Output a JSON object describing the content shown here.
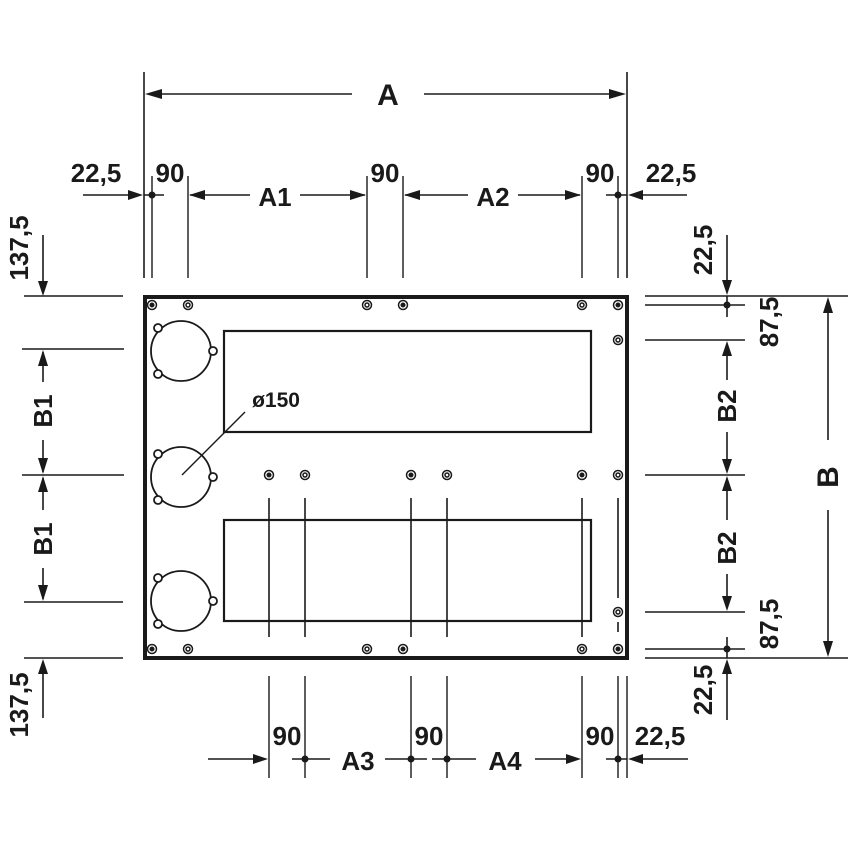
{
  "drawing": {
    "title": "Installation dimensions drawing",
    "colors": {
      "ink": "#1a1a1a",
      "background": "#ffffff"
    },
    "top_dimensions": {
      "overall": "A",
      "left_margin": "22,5",
      "right_margin": "22,5",
      "spacing_1": "90",
      "spacing_2": "90",
      "spacing_3": "90",
      "segment_1": "A1",
      "segment_2": "A2"
    },
    "bottom_dimensions": {
      "spacing_1": "90",
      "spacing_2": "90",
      "spacing_3": "90",
      "right_margin": "22,5",
      "segment_3": "A3",
      "segment_4": "A4"
    },
    "left_dimensions": {
      "top_offset": "137,5",
      "bottom_offset": "137,5",
      "segment_upper": "B1",
      "segment_lower": "B1"
    },
    "right_dimensions": {
      "overall": "B",
      "top_margin": "22,5",
      "bottom_margin": "22,5",
      "top_offset": "87,5",
      "bottom_offset": "87,5",
      "segment_upper": "B2",
      "segment_lower": "B2"
    },
    "callouts": {
      "diameter": "ø150"
    },
    "openings": {
      "round_count": 3,
      "rectangular_count": 2
    }
  }
}
